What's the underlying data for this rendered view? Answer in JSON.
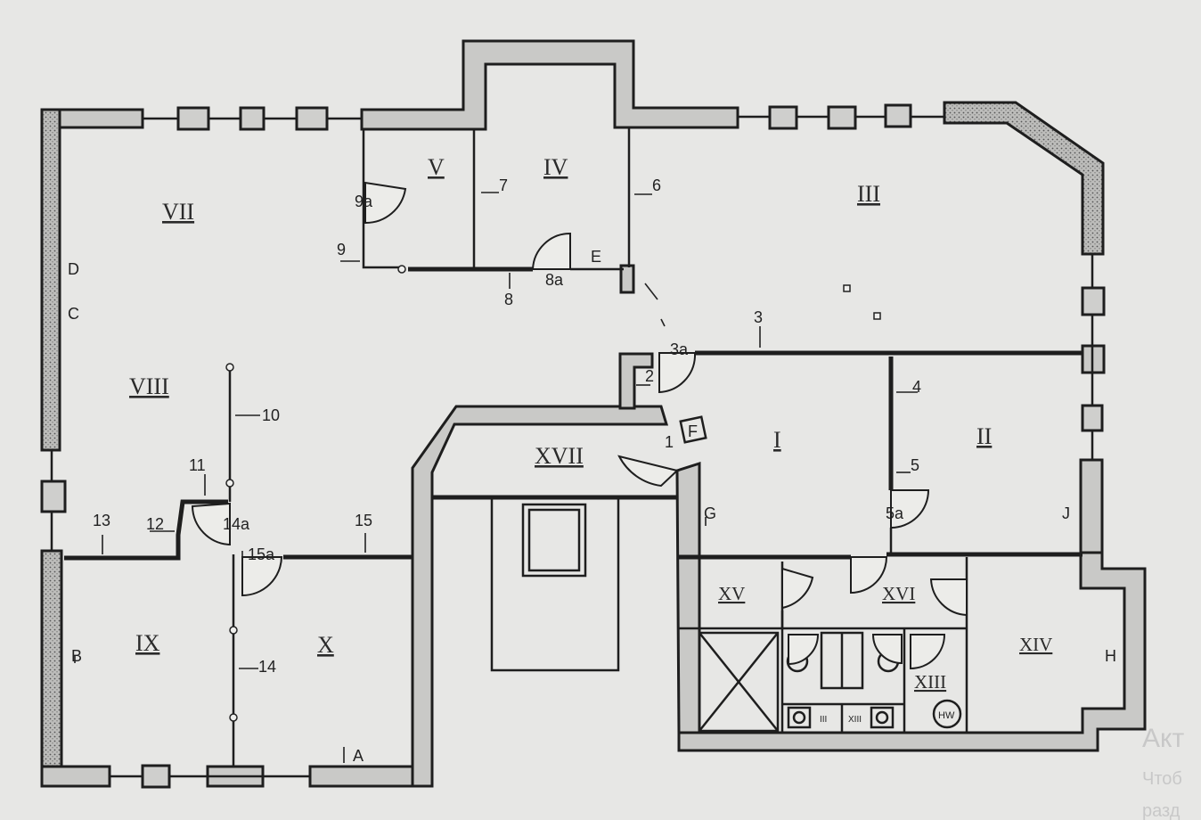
{
  "rooms": {
    "I": "I",
    "II": "II",
    "III": "III",
    "IV": "IV",
    "V": "V",
    "VII": "VII",
    "VIII": "VIII",
    "IX": "IX",
    "X": "X",
    "XIII": "XIII",
    "XIV": "XIV",
    "XV": "XV",
    "XVI": "XVI",
    "XVII": "XVII"
  },
  "wall_numbers": {
    "n1": "1",
    "n2": "2",
    "n3": "3",
    "n3a": "3a",
    "n4": "4",
    "n5": "5",
    "n5a": "5a",
    "n6": "6",
    "n7": "7",
    "n8": "8",
    "n8a": "8a",
    "n9": "9",
    "n9a": "9a",
    "n10": "10",
    "n11": "11",
    "n12": "12",
    "n13": "13",
    "n14": "14",
    "n14a": "14a",
    "n15": "15",
    "n15a": "15a"
  },
  "markers": {
    "A": "A",
    "B": "B",
    "C": "C",
    "D": "D",
    "E": "E",
    "F": "F",
    "G": "G",
    "H": "H",
    "J": "J"
  },
  "fixtures": {
    "hwv": "HW",
    "cabinet_left": "III",
    "cabinet_right": "XIII"
  },
  "watermark": {
    "line1": "Акт",
    "line2": "Чтоб",
    "line3": "разд"
  }
}
